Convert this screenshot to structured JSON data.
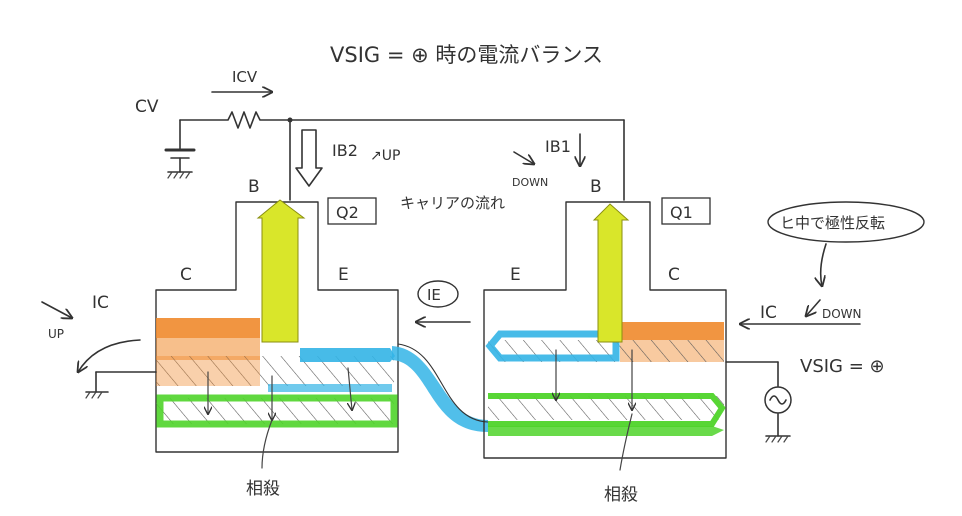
{
  "title": "VSIG = ⊕ 時の電流バランス",
  "labels": {
    "cv": "CV",
    "icv": "ICV",
    "ib2": "IB2",
    "ib2_dir": "↗UP",
    "ib1": "IB1",
    "down_left": "DOWN",
    "b_left": "B",
    "b_right": "B",
    "q2": "Q2",
    "q1": "Q1",
    "carrier_flow": "キャリアの流れ",
    "c_left": "C",
    "e_left": "E",
    "e_right": "E",
    "c_right": "C",
    "ie": "IE",
    "ic_left": "IC",
    "ic_left_dir": "UP",
    "ic_right": "IC",
    "ic_right_dir": "DOWN",
    "note_polarity": "ヒ中で極性反転",
    "vsig": "VSIG = ⊕",
    "cancel_left": "相殺",
    "cancel_right": "相殺"
  },
  "colors": {
    "orange": "#f08a2c",
    "yellow": "#d9e62a",
    "cyan": "#33b4e6",
    "green": "#4fd42a",
    "ink": "#333333"
  }
}
